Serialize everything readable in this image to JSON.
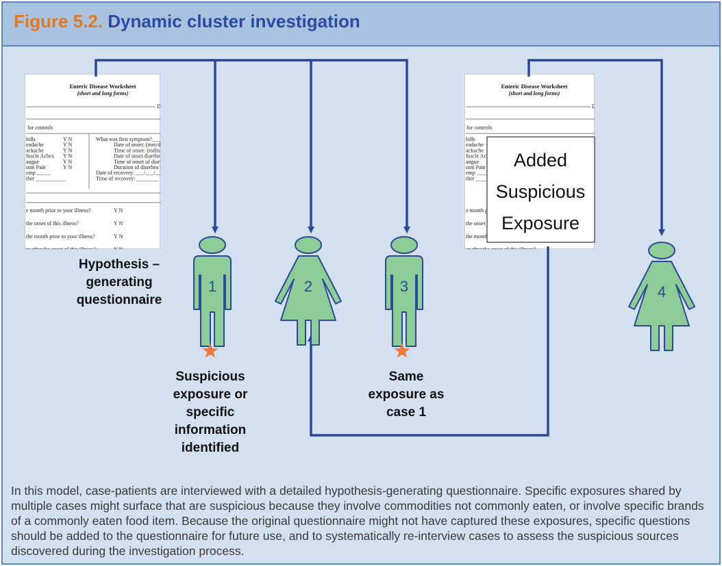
{
  "figure": {
    "number": "Figure 5.2.",
    "title": "Dynamic cluster investigation"
  },
  "worksheet": {
    "title": "Enteric Disease Worksheet",
    "subtitle": "(short and long forms)",
    "for_controls": "for controls",
    "symptoms": [
      "hills",
      "eadache",
      "ackache",
      "fuscle Aches",
      "augue",
      "oint Pain",
      "emp _____",
      "ther ___________"
    ],
    "yn": "Y N",
    "fields": [
      "What was first symptom?____",
      "Date of onset: (mm/dd/",
      "Time of onset: (militar",
      "Date of onset diarrhea:",
      "Time of onset of diarrh",
      "Duration of diarrhea (c",
      "Date of recovery: ___/___/___",
      "Time of recovery: ________"
    ],
    "questions": [
      "e month prior to your illness?",
      "the onset of this illness?",
      "the month prior to your illness?",
      "ar after the onset of this illness?"
    ]
  },
  "labels": {
    "questionnaire": [
      "Hypothesis –",
      "generating",
      "questionnaire"
    ],
    "case1_note": [
      "Suspicious",
      "exposure or",
      "specific",
      "information",
      "identified"
    ],
    "case3_note": [
      "Same",
      "exposure as",
      "case 1"
    ],
    "added_box": [
      "Added",
      "Suspicious",
      "Exposure"
    ]
  },
  "cases": [
    {
      "number": "1",
      "figure": "male",
      "marked": true
    },
    {
      "number": "2",
      "figure": "female",
      "marked": false
    },
    {
      "number": "3",
      "figure": "male",
      "marked": true
    },
    {
      "number": "4",
      "figure": "female",
      "marked": false
    }
  ],
  "colors": {
    "arrow": "#2d4898",
    "person_fill": "#8ccc97",
    "person_stroke": "#2d4898",
    "star": "#ec7a3b",
    "panel_bg": "#d3e0f0",
    "header_bg": "#a9c2e0"
  },
  "caption": "In this model, case-patients are interviewed with a detailed hypothesis-generating questionnaire. Specific exposures shared by multiple cases might surface that are suspicious because they involve commodities not commonly eaten, or involve specific brands of a commonly eaten food item. Because the original questionnaire might not have captured these exposures, specific questions should be added to the questionnaire for future use, and to systematically re-interview cases to assess the suspicious sources discovered during the investigation process."
}
